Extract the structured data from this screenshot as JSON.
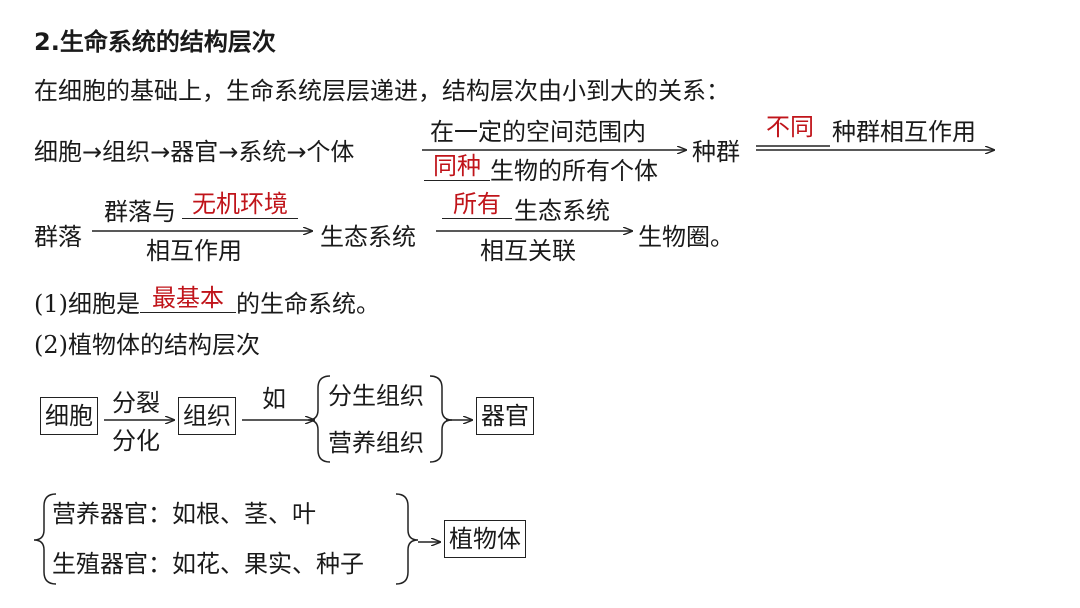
{
  "title": "2.生命系统的结构层次",
  "intro": "在细胞的基础上，生命系统层层递进，结构层次由小到大的关系：",
  "row1": {
    "chain": "细胞→组织→器官→系统→个体",
    "arrow1_top": "在一定的空间范围内",
    "arrow1_blank": "同种",
    "arrow1_bottom": "生物的所有个体",
    "node_population": "种群",
    "arrow2_blank": "不同",
    "arrow2_top": "种群相互作用"
  },
  "row2": {
    "node_community": "群落",
    "arrow3_top_prefix": "群落与",
    "arrow3_blank": "无机环境",
    "arrow3_bottom": "相互作用",
    "node_ecosystem": "生态系统",
    "arrow4_blank": "所有",
    "arrow4_top": "生态系统",
    "arrow4_bottom": "相互关联",
    "node_biosphere": "生物圈。"
  },
  "q1": {
    "num": "(1)",
    "prefix": "细胞是",
    "blank": "最基本",
    "suffix": "的生命系统。"
  },
  "q2": {
    "num": "(2)",
    "label": "植物体的结构层次"
  },
  "plant1": {
    "cell": "细胞",
    "arrow_top": "分裂",
    "arrow_bottom": "分化",
    "tissue": "组织",
    "arrow2_top": "如",
    "tissue_a": "分生组织",
    "tissue_b": "营养组织",
    "organ": "器官"
  },
  "plant2": {
    "organ_a": "营养器官：如根、茎、叶",
    "organ_b": "生殖器官：如花、果实、种子",
    "body": "植物体"
  }
}
